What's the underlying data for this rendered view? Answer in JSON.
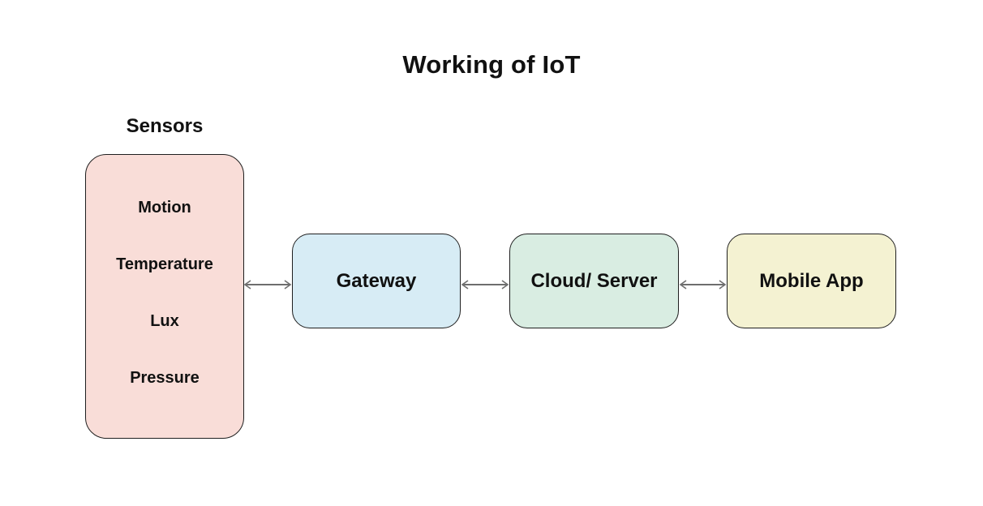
{
  "title": "Working of IoT",
  "colors": {
    "background": "#ffffff",
    "text": "#111111",
    "box_border": "#1f1f1f",
    "arrow": "#6e6e6e",
    "sensors_fill": "#f9ddd8",
    "gateway_fill": "#d7ecf5",
    "cloud_server_fill": "#d9ede2",
    "mobile_app_fill": "#f4f2d2"
  },
  "sensors": {
    "label": "Sensors",
    "fill": "#f9ddd8",
    "items": [
      "Motion",
      "Temperature",
      "Lux",
      "Pressure"
    ]
  },
  "nodes": [
    {
      "id": "gateway",
      "label": "Gateway",
      "fill": "#d7ecf5"
    },
    {
      "id": "cloud-server",
      "label": "Cloud/ Server",
      "fill": "#d9ede2"
    },
    {
      "id": "mobile-app",
      "label": "Mobile App",
      "fill": "#f4f2d2"
    }
  ],
  "connections": [
    {
      "from": "sensors",
      "to": "gateway",
      "type": "bidirectional"
    },
    {
      "from": "gateway",
      "to": "cloud-server",
      "type": "bidirectional"
    },
    {
      "from": "cloud-server",
      "to": "mobile-app",
      "type": "bidirectional"
    }
  ]
}
